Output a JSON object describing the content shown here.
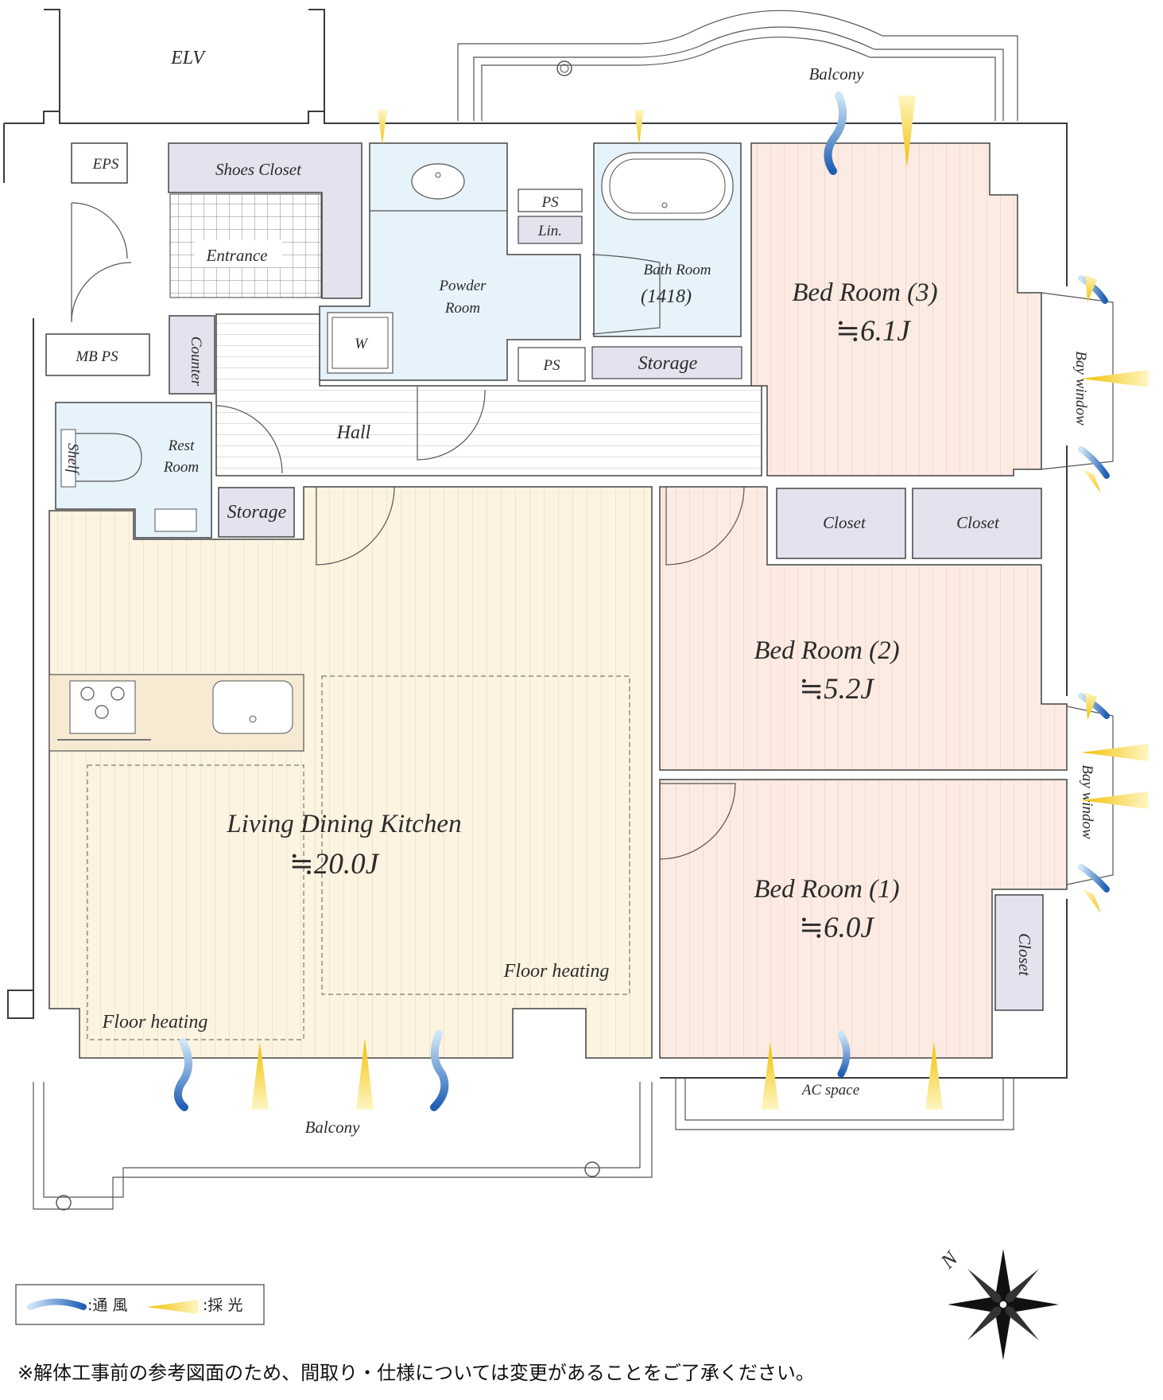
{
  "plan": {
    "rooms": {
      "elv": "ELV",
      "eps": "EPS",
      "mbps": "MB PS",
      "shoes_closet": "Shoes Closet",
      "entrance": "Entrance",
      "counter": "Counter",
      "powder_room_1": "Powder",
      "powder_room_2": "Room",
      "washer": "W",
      "ps_top": "PS",
      "linen": "Lin.",
      "ps_bottom": "PS",
      "bath_room_1": "Bath Room",
      "bath_room_2": "(1418)",
      "storage_hall": "Storage",
      "hall": "Hall",
      "rest_room_1": "Rest",
      "rest_room_2": "Room",
      "shelf": "Shelf",
      "storage_rest": "Storage",
      "bedroom3": "Bed Room (3)",
      "bedroom3_area": "≒6.1J",
      "bedroom2": "Bed Room (2)",
      "bedroom2_area": "≒5.2J",
      "bedroom1": "Bed Room (1)",
      "bedroom1_area": "≒6.0J",
      "ldk": "Living Dining Kitchen",
      "ldk_area": "≒20.0J",
      "closet_a": "Closet",
      "closet_b": "Closet",
      "closet_c": "Closet",
      "floor_heating_1": "Floor heating",
      "floor_heating_2": "Floor heating",
      "bay_window_1": "Bay window",
      "bay_window_2": "Bay window",
      "balcony_top": "Balcony",
      "balcony_bottom": "Balcony",
      "ac_space": "AC space",
      "north": "N"
    },
    "colors": {
      "wet_area": "#e6f3fb",
      "storage": "#e4e2ef",
      "ldk_floor": "#fdf3e1",
      "bedroom_floor": "#fcebe2",
      "hall_floor": "#ffffff",
      "wind": "#2f6fbf",
      "light": "#f2c500"
    }
  },
  "legend": {
    "ventilation": ":通 風",
    "daylight": ":採 光"
  },
  "note": "※解体工事前の参考図面のため、間取り・仕様については変更があることをご了承ください。"
}
